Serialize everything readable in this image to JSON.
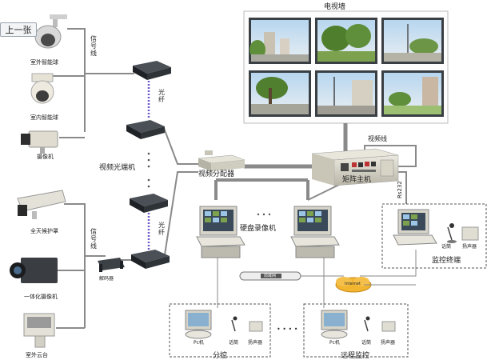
{
  "nav": {
    "prev_label": "上一张"
  },
  "labels": {
    "tv_wall": "电视墙",
    "outdoor_dome": "室外智能球",
    "indoor_dome": "室内智能球",
    "camera": "摄像机",
    "signal_line_top": "信号线",
    "fiber_top": "光纤",
    "video_optical": "视频光端机",
    "distributor": "视频分配器",
    "matrix": "矩阵主机",
    "video_line": "视频线",
    "rs232": "Rs232",
    "dvr": "硬盘录像机",
    "monitor_terminal": "监控终端",
    "phone": "话筒",
    "speaker": "扬声器",
    "full_housing": "全天候护罩",
    "signal_line_bottom": "信号线",
    "fiber_bottom": "光纤",
    "integrated_camera": "一体化摄像机",
    "decoder": "解码器",
    "outdoor_ptz": "室外云台",
    "lan": "局域网",
    "internet": "Internet",
    "branch": "分控",
    "remote": "远程监控",
    "pc": "Pc机",
    "phone_b1": "话筒",
    "speaker_b1": "扬声器",
    "pc_b2": "Pc机",
    "phone_b2": "话筒",
    "speaker_b2": "扬声器",
    "ellipsis": "• • • •"
  },
  "colors": {
    "line_gray": "#8a8a8a",
    "fiber_dots": "#6a5acd",
    "device_dark": "#2e3338",
    "screen_sky": "#9cc4e4",
    "foliage": "#5f8f3a",
    "beige": "#d9d6c8",
    "dashed": "#555555"
  }
}
